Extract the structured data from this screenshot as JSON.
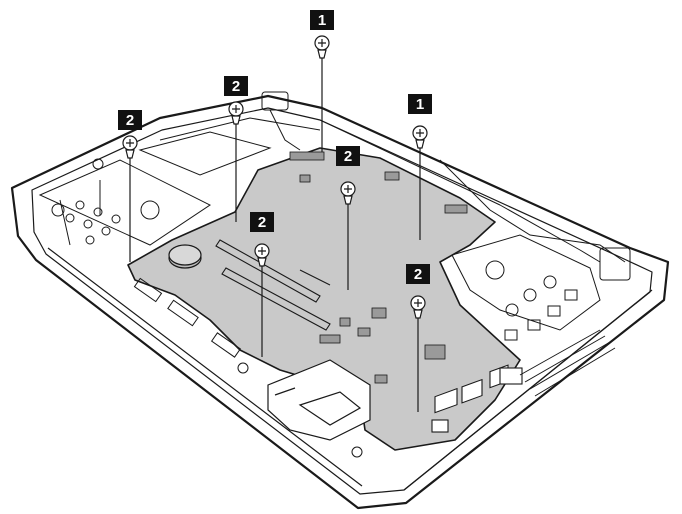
{
  "callouts": [
    {
      "id": "c1",
      "label": "1",
      "step": 1
    },
    {
      "id": "c2",
      "label": "2",
      "step": 2
    },
    {
      "id": "c3",
      "label": "2",
      "step": 2
    },
    {
      "id": "c4",
      "label": "1",
      "step": 1
    },
    {
      "id": "c5",
      "label": "2",
      "step": 2
    },
    {
      "id": "c6",
      "label": "2",
      "step": 2
    },
    {
      "id": "c7",
      "label": "2",
      "step": 2
    }
  ],
  "colors": {
    "board": "#c9c9c9",
    "line": "#1a1a1a",
    "badge": "#111111"
  },
  "icons": {
    "screw": "screw-icon",
    "fan": "fan-icon",
    "speaker": "speaker-icon",
    "coin_cell": "coin-cell-battery-icon"
  }
}
